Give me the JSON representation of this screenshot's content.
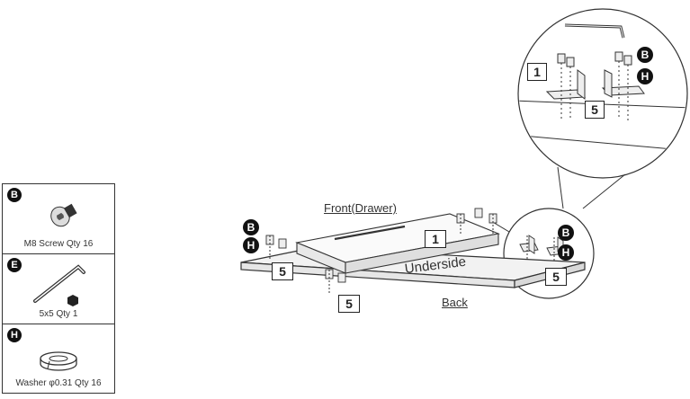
{
  "parts": {
    "screw": {
      "badge": "B",
      "label": "M8 Screw Qty 16",
      "icon": "screw-icon"
    },
    "wrench": {
      "badge": "E",
      "label": "5x5 Qty 1",
      "icon": "allen-key-icon"
    },
    "washer": {
      "badge": "H",
      "label": "Washer φ0.31 Qty 16",
      "icon": "washer-icon"
    }
  },
  "main": {
    "front_label": "Front(Drawer)",
    "underside_label": "Underside",
    "back_label": "Back",
    "drawer_number": "1",
    "bracket_number_left": "5",
    "bracket_number_center": "5",
    "bracket_number_right": "5",
    "badge_b_left": "B",
    "badge_h_left": "H"
  },
  "detail_zoom": {
    "drawer_number": "1",
    "bracket_number": "5",
    "badge_b": "B",
    "badge_h": "H"
  },
  "callout_small": {
    "bracket_number": "5",
    "badge_b": "B",
    "badge_h": "H"
  }
}
